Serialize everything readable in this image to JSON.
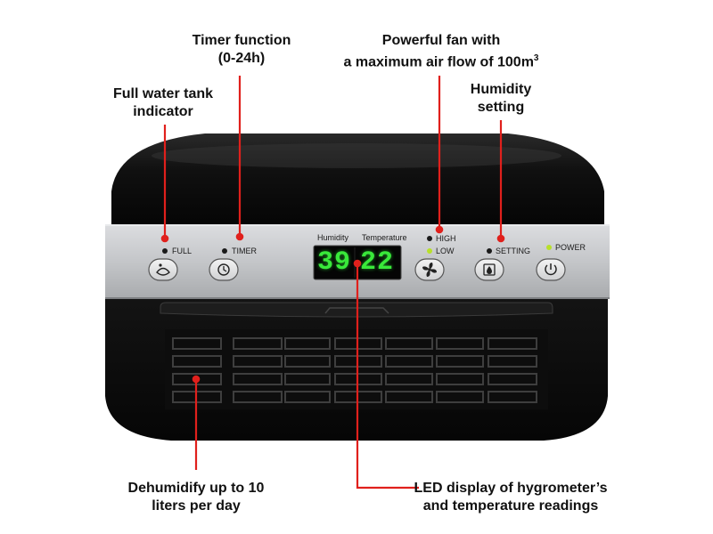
{
  "callouts": {
    "full_tank": [
      "Full water tank",
      "indicator"
    ],
    "timer": [
      "Timer function",
      "(0-24h)"
    ],
    "fan": [
      "Powerful fan with",
      "a maximum air flow of 100m",
      "3"
    ],
    "humidity": [
      "Humidity",
      "setting"
    ],
    "dehumidify": [
      "Dehumidify up to 10",
      "liters per day"
    ],
    "led_display": [
      "LED display of hygrometer’s",
      "and temperature readings"
    ]
  },
  "panel": {
    "full_label": "FULL",
    "timer_label": "TIMER",
    "humidity_label": "Humidity",
    "temperature_label": "Temperature",
    "humidity_value": "39",
    "temperature_value": "22",
    "high_label": "HIGH",
    "low_label": "LOW",
    "setting_label": "SETTING",
    "power_label": "POWER"
  },
  "colors": {
    "leader_line": "#e0201c",
    "led_green": "#39e83a",
    "indicator_on": "#b8e02a",
    "indicator_off": "#1a1a1a",
    "body_black": "#0b0b0b",
    "panel_silver": "#c9cbce"
  },
  "icons": {
    "full": "water-tank-icon",
    "timer": "clock-icon",
    "fan": "fan-icon",
    "setting": "humidity-drop-icon",
    "power": "power-icon"
  }
}
